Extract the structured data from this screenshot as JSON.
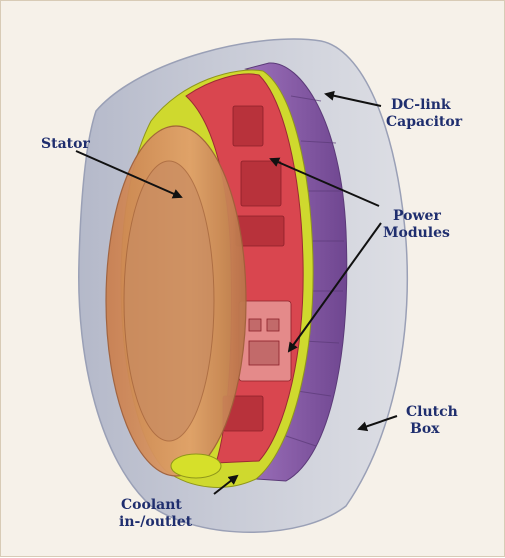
{
  "colors": {
    "background": "#f6f1e9",
    "housing": "#b9bfd0",
    "stator": "#d9925a",
    "power_modules": "#d9464f",
    "capacitor": "#8a5aa8",
    "coolant": "#d6e02a",
    "label_text": "#1f2e6e",
    "arrow": "#111111"
  },
  "labels": {
    "stator": "Stator",
    "dc_link_line1": "DC-link",
    "dc_link_line2": "Capacitor",
    "power_line1": "Power",
    "power_line2": "Modules",
    "clutch_line1": "Clutch",
    "clutch_line2": "Box",
    "coolant_line1": "Coolant",
    "coolant_line2": "in-/outlet"
  }
}
